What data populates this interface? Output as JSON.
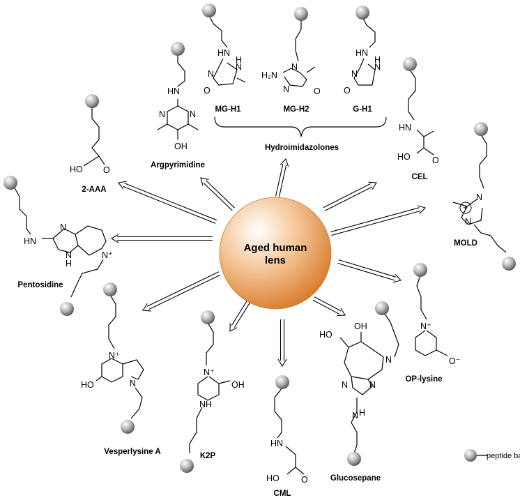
{
  "center": {
    "line1": "Aged human",
    "line2": "lens",
    "color": "#e08a3c"
  },
  "molecules": {
    "aaa": {
      "name": "2-AAA",
      "atoms": [
        "HO",
        "O"
      ]
    },
    "argpyrimidine": {
      "name": "Argpyrimidine",
      "atoms": [
        "HN",
        "N",
        "N",
        "OH"
      ]
    },
    "mgh1": {
      "name": "MG-H1",
      "atoms": [
        "HN",
        "N",
        "N",
        "H",
        "O"
      ]
    },
    "mgh2": {
      "name": "MG-H2",
      "atoms": [
        "H₂N",
        "N",
        "N",
        "O"
      ]
    },
    "gh1": {
      "name": "G-H1",
      "atoms": [
        "HN",
        "N",
        "N",
        "H",
        "O"
      ]
    },
    "hydro": {
      "name": "Hydroimidazolones"
    },
    "cel": {
      "name": "CEL",
      "atoms": [
        "HN",
        "HO",
        "O"
      ]
    },
    "mold": {
      "name": "MOLD",
      "atoms": [
        "N",
        "+",
        "N"
      ]
    },
    "pentosidine": {
      "name": "Pentosidine",
      "atoms": [
        "HN",
        "N",
        "N",
        "H",
        "N⁺"
      ]
    },
    "vesperlysine": {
      "name": "Vesperlysine A",
      "atoms": [
        "N⁺",
        "HO",
        "N"
      ]
    },
    "k2p": {
      "name": "K2P",
      "atoms": [
        "N⁺",
        "OH",
        "NH"
      ]
    },
    "cml": {
      "name": "CML",
      "atoms": [
        "HN",
        "HO",
        "O"
      ]
    },
    "glucosepane": {
      "name": "Glucosepane",
      "atoms": [
        "HO",
        "OH",
        "N",
        "N",
        "N",
        "N",
        "H"
      ]
    },
    "oplysine": {
      "name": "OP-lysine",
      "atoms": [
        "N⁺",
        "O⁻"
      ]
    }
  },
  "legend": {
    "label": "peptide backbone"
  }
}
